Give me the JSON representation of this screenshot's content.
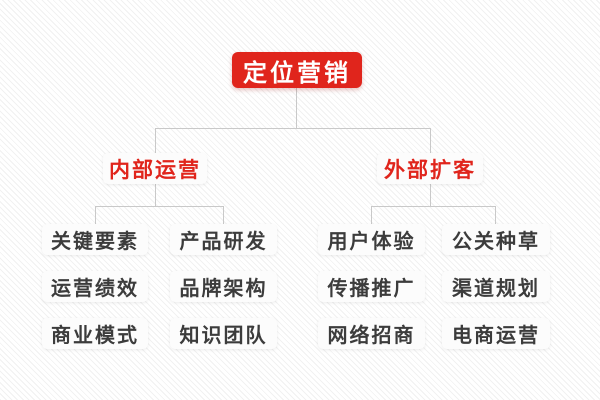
{
  "tree": {
    "root": "定位营销",
    "branches": [
      {
        "label": "内部运营",
        "columns": [
          {
            "items": [
              "关键要素",
              "运营绩效",
              "商业模式"
            ]
          },
          {
            "items": [
              "产品研发",
              "品牌架构",
              "知识团队"
            ]
          }
        ]
      },
      {
        "label": "外部扩客",
        "columns": [
          {
            "items": [
              "用户体验",
              "传播推广",
              "网络招商"
            ]
          },
          {
            "items": [
              "公关种草",
              "渠道规划",
              "电商运营"
            ]
          }
        ]
      }
    ]
  },
  "colors": {
    "accent_red": "#e0251c",
    "leaf_text": "#3c3c3c",
    "connector": "#c9c9c9",
    "node_bg": "#fcfcfc"
  }
}
